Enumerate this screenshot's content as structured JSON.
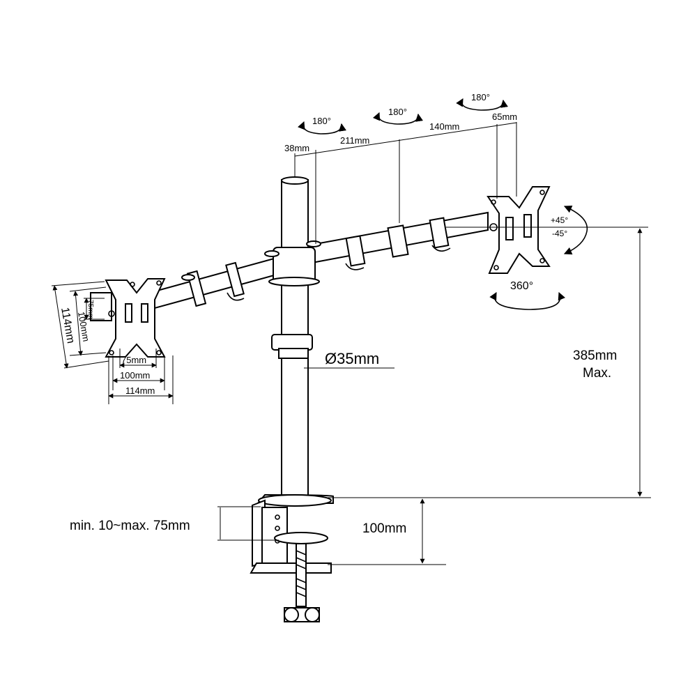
{
  "diagram": {
    "rotation_labels": {
      "inner_arm": "180°",
      "mid_arm": "180°",
      "outer_arm": "180°",
      "vesa_rotation": "360°",
      "tilt_up": "+45°",
      "tilt_down": "-45°"
    },
    "arm_dimensions": {
      "pole_offset": "38mm",
      "first_segment": "211mm",
      "second_segment": "140mm",
      "head_length": "65mm"
    },
    "vesa": {
      "horizontal": [
        "75mm",
        "100mm",
        "114mm"
      ],
      "vertical": [
        "75mm",
        "100mm",
        "114mm"
      ]
    },
    "pole_diameter": "Ø35mm",
    "max_height": {
      "value": "385mm",
      "suffix": "Max."
    },
    "clamp": {
      "desk_thickness": "min. 10~max. 75mm",
      "clamp_height": "100mm"
    }
  }
}
